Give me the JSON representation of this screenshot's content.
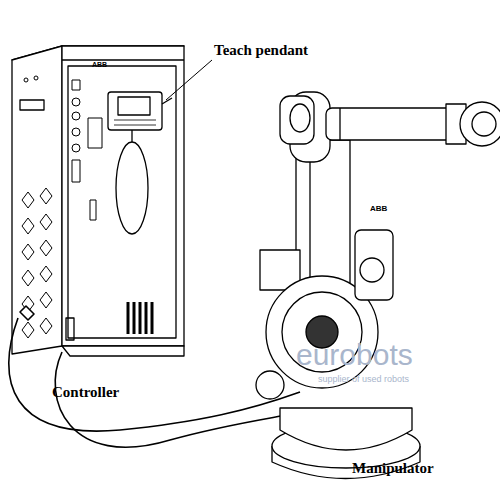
{
  "diagram": {
    "labels": [
      "ABB",
      "Teach pendant",
      "ABB",
      "eurobots",
      "supplier of used robots",
      "Controller",
      "Manipulator"
    ]
  }
}
